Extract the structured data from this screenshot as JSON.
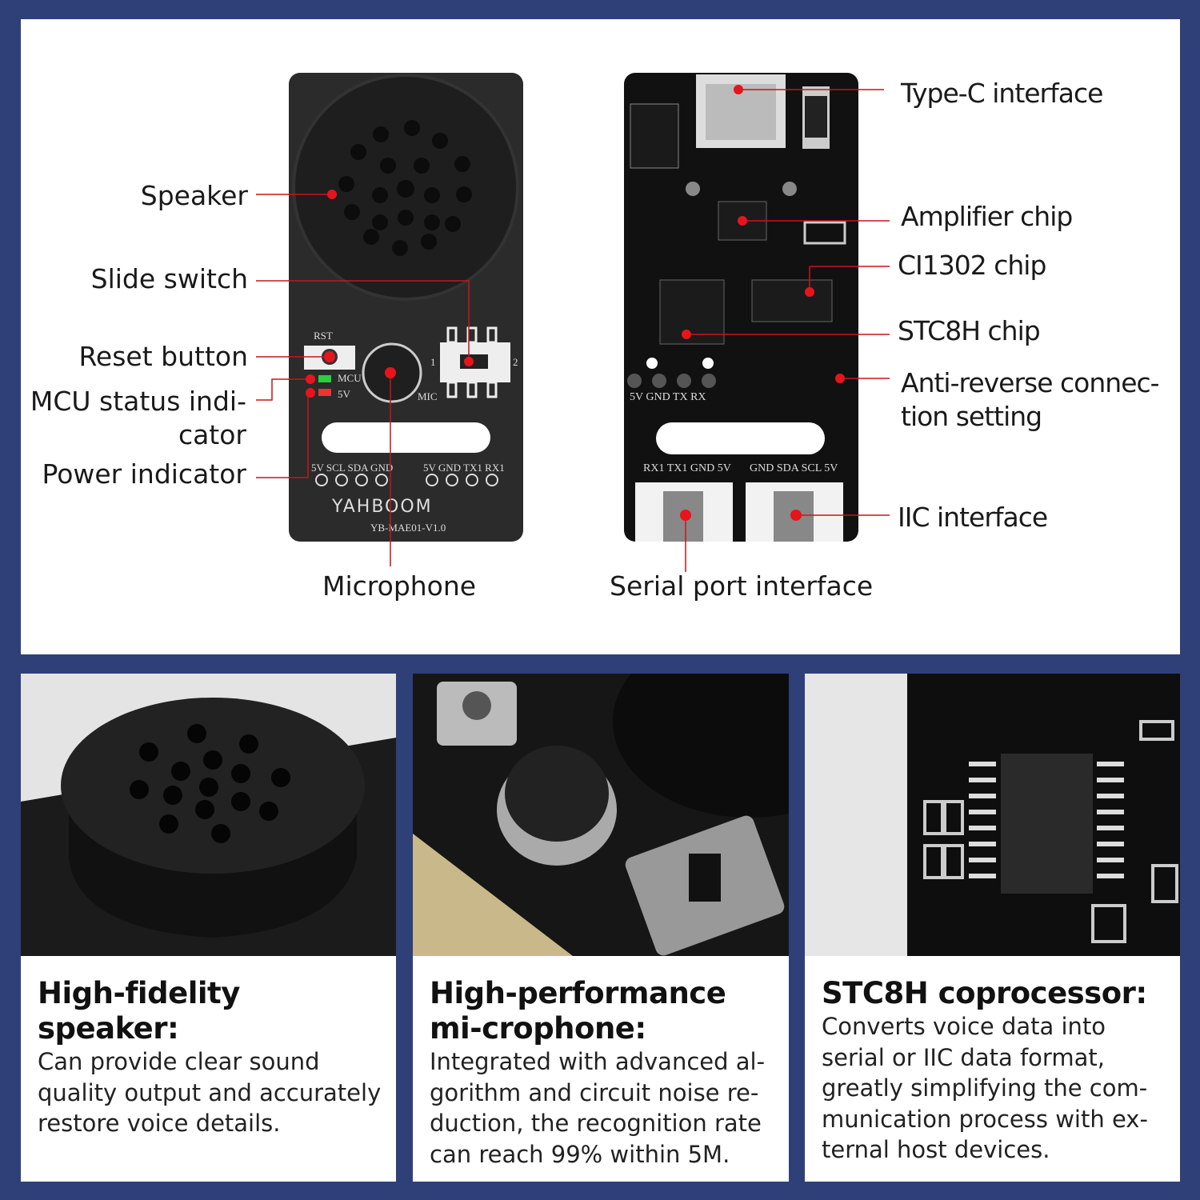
{
  "diagram": {
    "front_board": {
      "labels": {
        "speaker": "Speaker",
        "slide_switch": "Slide switch",
        "reset_button": "Reset button",
        "mcu_status": "MCU status indi-\ncator",
        "power_indicator": "Power indicator",
        "microphone": "Microphone"
      },
      "silkscreen": {
        "rst": "RST",
        "mcu": "MCU",
        "v5": "5V",
        "mic": "MIC",
        "sw1": "1",
        "sw2": "2",
        "iic_pins": "5V SCL SDA GND",
        "uart_pins": "5V GND TX1 RX1",
        "brand": "YAHBOOM",
        "model": "YB-MAE01-V1.0"
      }
    },
    "back_board": {
      "labels": {
        "type_c": "Type-C interface",
        "amplifier": "Amplifier chip",
        "ci1302": "CI1302 chip",
        "stc8h": "STC8H chip",
        "anti_reverse": "Anti-reverse connec-\ntion setting",
        "iic": "IIC interface",
        "serial": "Serial port interface"
      },
      "silkscreen": {
        "pins": "5V GND TX RX",
        "uart_pins": "RX1 TX1 GND 5V",
        "iic_pins": "GND SDA SCL 5V"
      }
    },
    "colors": {
      "marker": "#e8141c",
      "board": "#2a2a2a",
      "frame": "#2f4079"
    }
  },
  "features": [
    {
      "title": "High-fidelity speaker:",
      "text": "Can provide clear sound quality output and accurately restore voice details."
    },
    {
      "title": "High-performance mi-crophone:",
      "text": "Integrated with advanced al-gorithm and circuit noise re-duction, the recognition rate can reach 99% within 5M."
    },
    {
      "title": "STC8H coprocessor:",
      "text": "Converts voice data into serial or IIC data format, greatly simplifying the com-munication process with ex-ternal host devices."
    }
  ]
}
